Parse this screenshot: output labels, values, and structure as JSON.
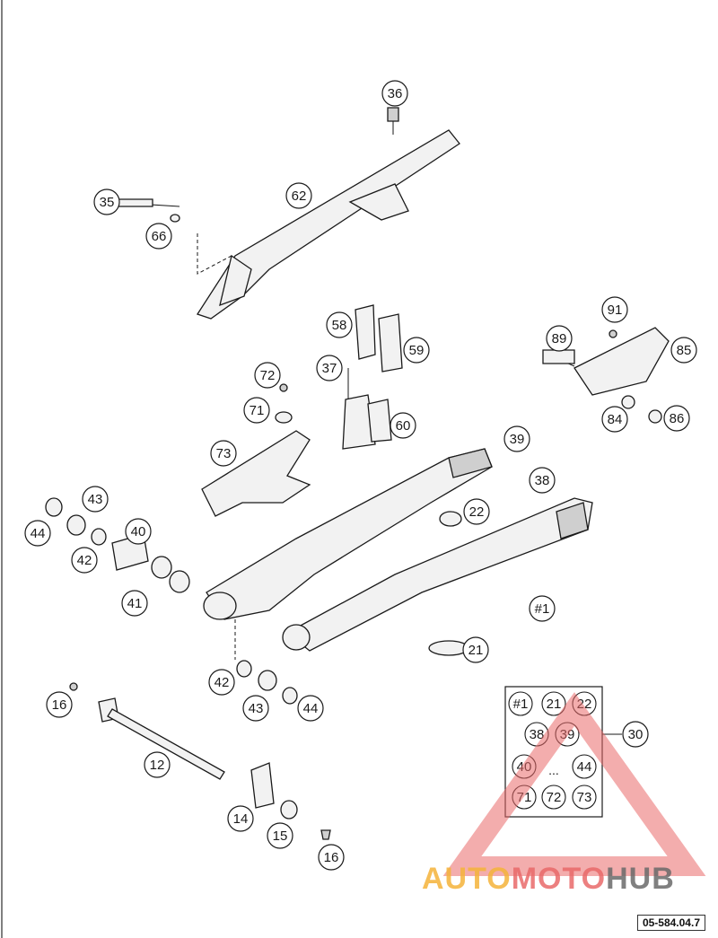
{
  "diagram": {
    "callouts": [
      {
        "id": "c36",
        "label": "36"
      },
      {
        "id": "c35",
        "label": "35"
      },
      {
        "id": "c62",
        "label": "62"
      },
      {
        "id": "c66",
        "label": "66"
      },
      {
        "id": "c58",
        "label": "58"
      },
      {
        "id": "c59",
        "label": "59"
      },
      {
        "id": "c91",
        "label": "91"
      },
      {
        "id": "c89",
        "label": "89"
      },
      {
        "id": "c85",
        "label": "85"
      },
      {
        "id": "c72",
        "label": "72"
      },
      {
        "id": "c37",
        "label": "37"
      },
      {
        "id": "c71",
        "label": "71"
      },
      {
        "id": "c60",
        "label": "60"
      },
      {
        "id": "c84",
        "label": "84"
      },
      {
        "id": "c86",
        "label": "86"
      },
      {
        "id": "c73",
        "label": "73"
      },
      {
        "id": "c39",
        "label": "39"
      },
      {
        "id": "c38",
        "label": "38"
      },
      {
        "id": "c43a",
        "label": "43"
      },
      {
        "id": "c44a",
        "label": "44"
      },
      {
        "id": "c40",
        "label": "40"
      },
      {
        "id": "c22",
        "label": "22"
      },
      {
        "id": "c42a",
        "label": "42"
      },
      {
        "id": "c41",
        "label": "41"
      },
      {
        "id": "c1",
        "label": "#1"
      },
      {
        "id": "c21",
        "label": "21"
      },
      {
        "id": "c42b",
        "label": "42"
      },
      {
        "id": "c43b",
        "label": "43"
      },
      {
        "id": "c44b",
        "label": "44"
      },
      {
        "id": "c16a",
        "label": "16"
      },
      {
        "id": "c12",
        "label": "12"
      },
      {
        "id": "c14",
        "label": "14"
      },
      {
        "id": "c15",
        "label": "15"
      },
      {
        "id": "c16b",
        "label": "16"
      },
      {
        "id": "c30",
        "label": "30"
      }
    ],
    "kit_box": {
      "items": [
        "#1",
        "21",
        "22",
        "38",
        "39",
        "40",
        "...",
        "44",
        "71",
        "72",
        "73"
      ]
    },
    "reference_code": "05-584.04.7"
  },
  "watermark": {
    "part1": "AUTO",
    "part2": "MOTO",
    "part3": "HUB",
    "color1": "#f5b33a",
    "color2": "#e96a6a",
    "color3": "#6a6a6a"
  }
}
